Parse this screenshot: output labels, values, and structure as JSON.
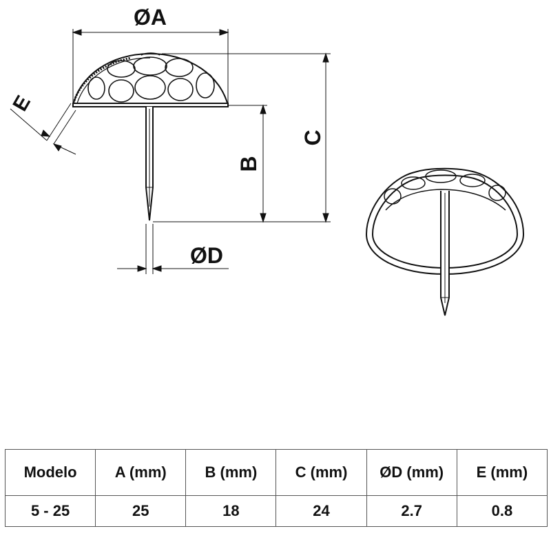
{
  "drawing": {
    "labels": {
      "a": "ØA",
      "b": "B",
      "c": "C",
      "d": "ØD",
      "e": "E"
    }
  },
  "table": {
    "headers": [
      "Modelo",
      "A (mm)",
      "B (mm)",
      "C (mm)",
      "ØD (mm)",
      "E (mm)"
    ],
    "rows": [
      [
        "5 - 25",
        "25",
        "18",
        "24",
        "2.7",
        "0.8"
      ]
    ]
  },
  "colors": {
    "line": "#111111",
    "border": "#555555"
  }
}
